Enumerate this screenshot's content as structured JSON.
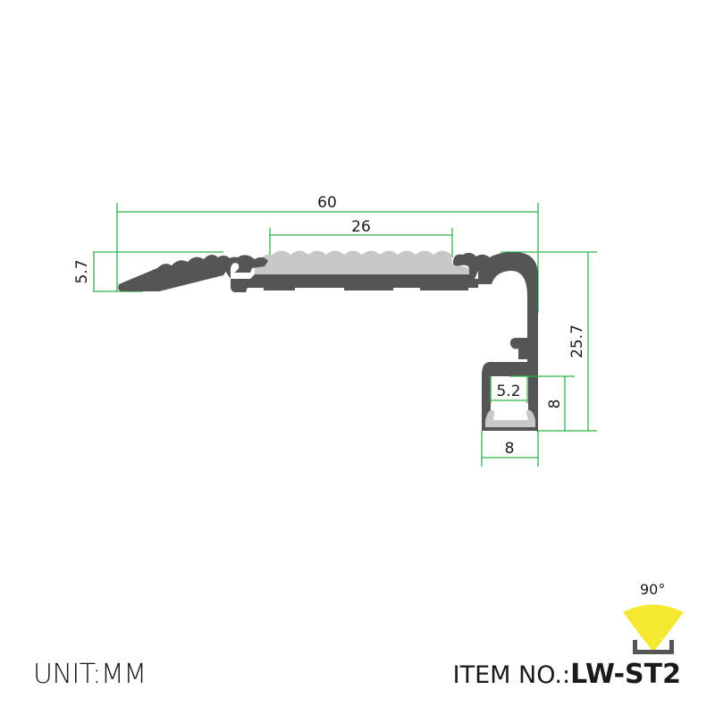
{
  "diagram": {
    "type": "aluminum-profile-cross-section",
    "colors": {
      "profile": "#555555",
      "diffuser": "#c8c8c8",
      "dimension_line": "#2db34a",
      "beam": "#f5e932",
      "text": "#1a1a1a"
    },
    "dimensions": {
      "overall_width": "60",
      "insert_width": "26",
      "ramp_height": "5.7",
      "total_height": "25.7",
      "channel_inner_width": "5.2",
      "channel_height": "8",
      "channel_outer_width": "8"
    },
    "beam_angle": "90°"
  },
  "footer": {
    "unit_label": "UNIT:MM",
    "item_prefix": "ITEM NO.:",
    "item_code": "LW-ST2"
  }
}
